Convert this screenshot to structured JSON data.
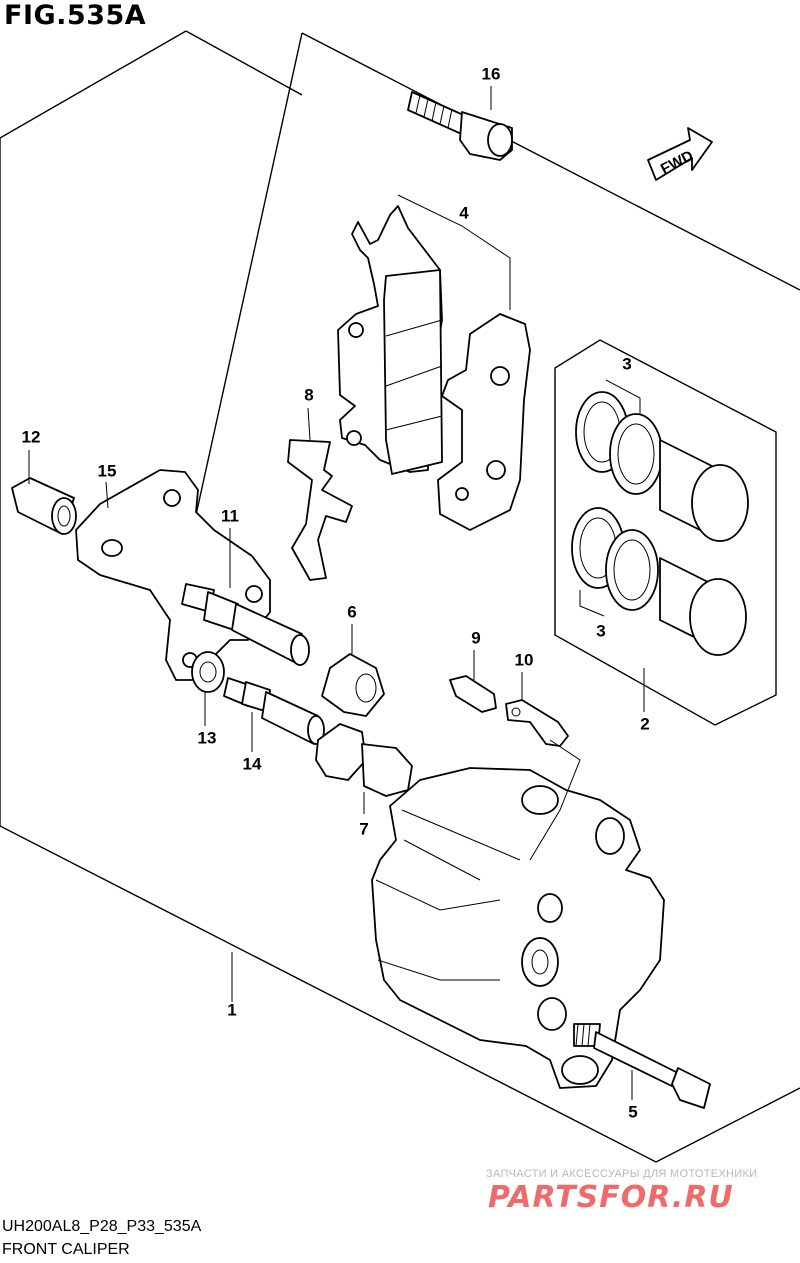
{
  "figure": {
    "title": "FIG.535A",
    "code": "UH200AL8_P28_P33_535A",
    "name": "FRONT CALIPER",
    "direction_arrow": "FWD"
  },
  "callouts": [
    {
      "id": "c1",
      "label": "1"
    },
    {
      "id": "c2",
      "label": "2"
    },
    {
      "id": "c3a",
      "label": "3"
    },
    {
      "id": "c3b",
      "label": "3"
    },
    {
      "id": "c4",
      "label": "4"
    },
    {
      "id": "c5",
      "label": "5"
    },
    {
      "id": "c6",
      "label": "6"
    },
    {
      "id": "c7",
      "label": "7"
    },
    {
      "id": "c8",
      "label": "8"
    },
    {
      "id": "c9",
      "label": "9"
    },
    {
      "id": "c10",
      "label": "10"
    },
    {
      "id": "c11",
      "label": "11"
    },
    {
      "id": "c12",
      "label": "12"
    },
    {
      "id": "c13",
      "label": "13"
    },
    {
      "id": "c14",
      "label": "14"
    },
    {
      "id": "c15",
      "label": "15"
    },
    {
      "id": "c16",
      "label": "16"
    }
  ],
  "watermark": {
    "subtitle": "ЗАПЧАСТИ И АКСЕССУАРЫ ДЛЯ МОТОТЕХНИКИ",
    "logo": "PARTSFOR.RU"
  }
}
